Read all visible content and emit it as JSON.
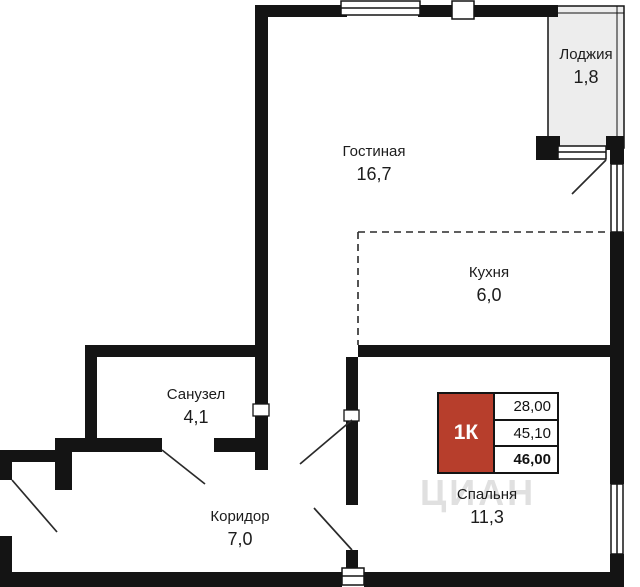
{
  "plan": {
    "rooms": [
      {
        "id": "loggia",
        "name": "Лоджия",
        "area": "1,8"
      },
      {
        "id": "living",
        "name": "Гостиная",
        "area": "16,7"
      },
      {
        "id": "kitchen",
        "name": "Кухня",
        "area": "6,0"
      },
      {
        "id": "bathroom",
        "name": "Санузел",
        "area": "4,1"
      },
      {
        "id": "corridor",
        "name": "Коридор",
        "area": "7,0"
      },
      {
        "id": "bedroom",
        "name": "Спальня",
        "area": "11,3"
      }
    ],
    "badge": {
      "type_label": "1К",
      "rows": [
        "28,00",
        "45,10",
        "46,00"
      ]
    },
    "watermark": "ЦИАН",
    "colors": {
      "wall": "#141414",
      "badge_red": "#b73e2c",
      "loggia_fill": "#ededed",
      "background": "#ffffff"
    }
  }
}
